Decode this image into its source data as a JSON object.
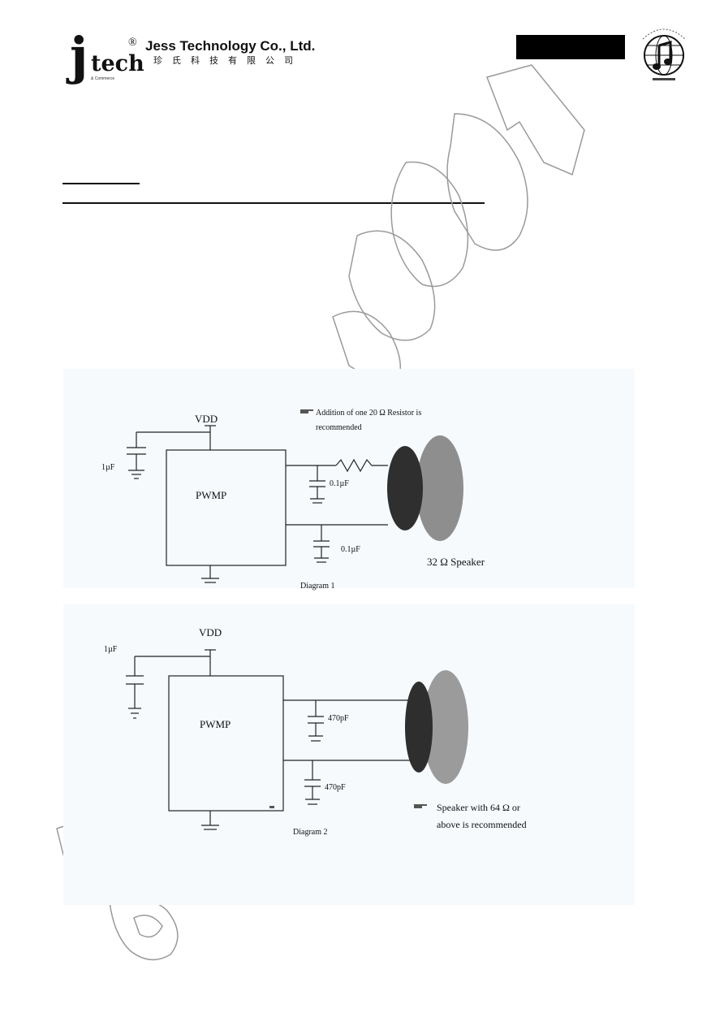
{
  "header": {
    "logo_letter": "j",
    "logo_word": "tech",
    "logo_registered": "®",
    "logo_subtext": "& Commerce",
    "company_en": "Jess Technology Co., Ltd.",
    "company_cn": "珍氏科技有限公司"
  },
  "diagram1": {
    "vdd": "VDD",
    "cap_main": "1µF",
    "chip": "PWMP",
    "cap_top": "0.1µF",
    "cap_bottom": "0.1µF",
    "note_line1": "Addition of one 20 Ω Resistor is",
    "note_line2": "recommended",
    "speaker": "32 Ω Speaker",
    "caption": "Diagram 1"
  },
  "diagram2": {
    "vdd": "VDD",
    "cap_main": "1µF",
    "chip": "PWMP",
    "cap_top": "470pF",
    "cap_bottom": "470pF",
    "note_line1": "Speaker with 64 Ω or",
    "note_line2": "above is recommended",
    "caption": "Diagram 2"
  }
}
